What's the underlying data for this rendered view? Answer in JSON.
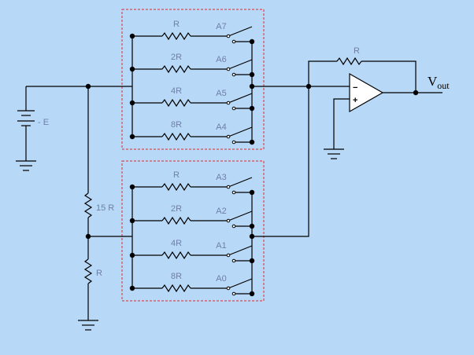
{
  "colors": {
    "background": "#b7d8f7",
    "wire": "#000000",
    "label": "#6f7fa8",
    "group_box": "#e02a2a"
  },
  "source": {
    "label": "- E"
  },
  "divider": {
    "upper_label": "15 R",
    "lower_label": "R"
  },
  "upper_group": {
    "branches": [
      {
        "resistor": "R",
        "switch": "A7"
      },
      {
        "resistor": "2R",
        "switch": "A6"
      },
      {
        "resistor": "4R",
        "switch": "A5"
      },
      {
        "resistor": "8R",
        "switch": "A4"
      }
    ]
  },
  "lower_group": {
    "branches": [
      {
        "resistor": "R",
        "switch": "A3"
      },
      {
        "resistor": "2R",
        "switch": "A2"
      },
      {
        "resistor": "4R",
        "switch": "A1"
      },
      {
        "resistor": "8R",
        "switch": "A0"
      }
    ]
  },
  "opamp": {
    "feedback_label": "R",
    "inverting_sign": "−",
    "noninverting_sign": "+",
    "output_label": "V",
    "output_sub": "out"
  }
}
